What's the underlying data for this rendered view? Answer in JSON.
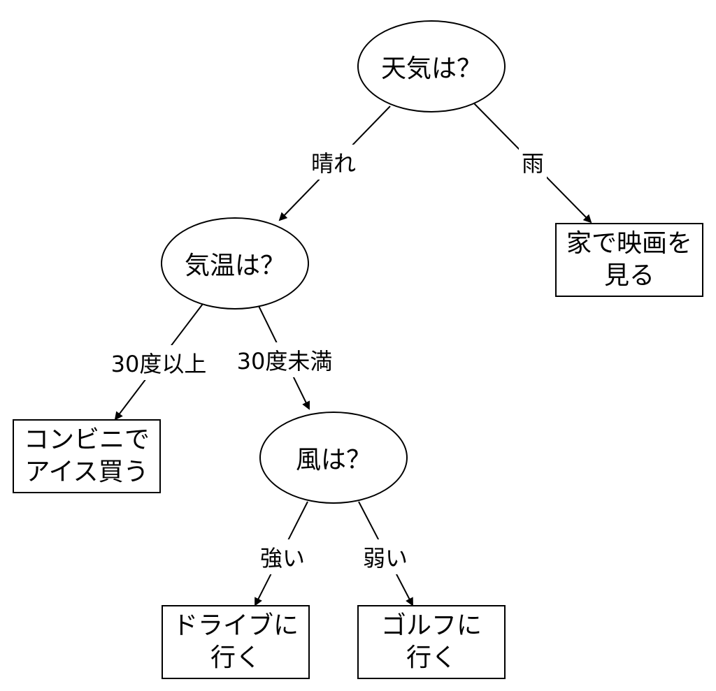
{
  "nodes": {
    "weather": "天気は？",
    "temperature": "気温は？",
    "wind": "風は？",
    "movie": [
      "家で映画を",
      "見る"
    ],
    "icecream": [
      "コンビニで",
      "アイス買う"
    ],
    "drive": [
      "ドライブに",
      "行く"
    ],
    "golf": [
      "ゴルフに",
      "行く"
    ]
  },
  "edges": {
    "sunny": "晴れ",
    "rain": "雨",
    "hot": "30度以上",
    "cool": "30度未満",
    "strong": "強い",
    "weak": "弱い"
  }
}
